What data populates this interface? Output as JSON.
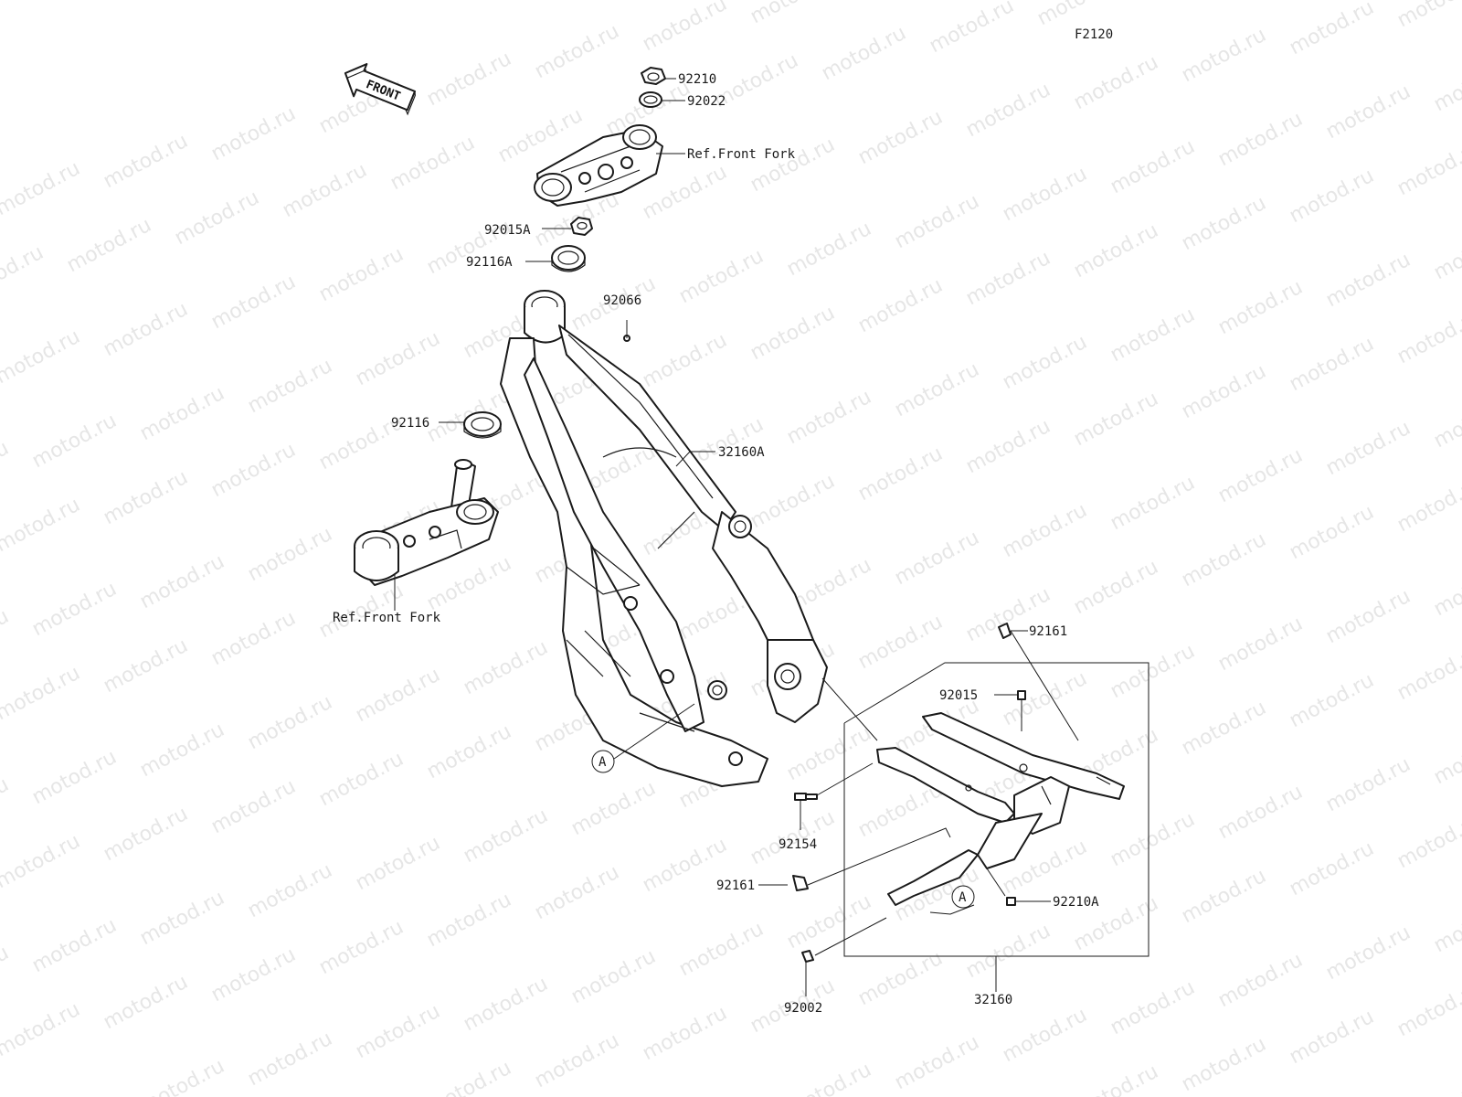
{
  "diagram_code": "F2120",
  "watermark": "motod.ru",
  "front_arrow_label": "FRONT",
  "parts": {
    "p92210": "92210",
    "p92022": "92022",
    "ref_fork_top": "Ref.Front Fork",
    "p92015A": "92015A",
    "p92116A": "92116A",
    "p92066": "92066",
    "p92116": "92116",
    "p32160A": "32160A",
    "ref_fork_bottom": "Ref.Front Fork",
    "callout_a_main": "A",
    "p92161_top": "92161",
    "p92015": "92015",
    "p92154": "92154",
    "p92161_mid": "92161",
    "callout_a_sub": "A",
    "p92210A": "92210A",
    "p92002": "92002",
    "p32160": "32160"
  }
}
